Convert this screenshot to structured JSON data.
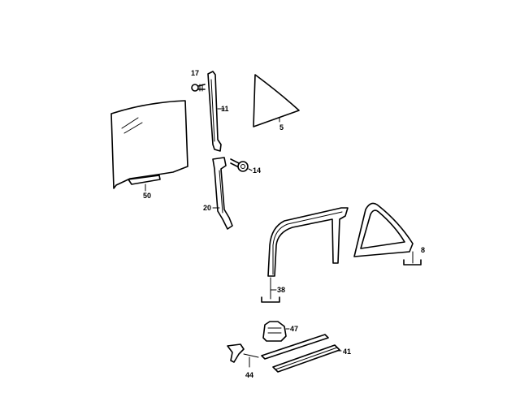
{
  "diagram": {
    "labels": {
      "p17": "17",
      "p11": "11",
      "p5": "5",
      "p14": "14",
      "p50": "50",
      "p20": "20",
      "p8": "8",
      "p38": "38",
      "p47": "47",
      "p41": "41",
      "p44": "44"
    }
  }
}
